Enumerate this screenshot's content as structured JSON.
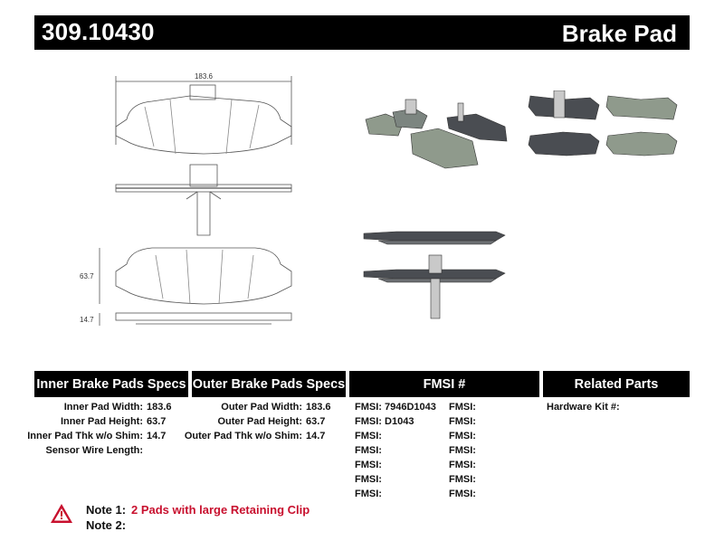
{
  "header": {
    "part_number": "309.10430",
    "product_type": "Brake Pad"
  },
  "drawing": {
    "width_dim": "183.6",
    "height_dim": "63.7",
    "thickness_dim": "14.7"
  },
  "specs": {
    "inner_title": "Inner Brake Pads Specs",
    "outer_title": "Outer Brake Pads Specs",
    "fmsi_title": "FMSI #",
    "related_title": "Related Parts",
    "inner": [
      {
        "label": "Inner Pad Width:",
        "value": "183.6"
      },
      {
        "label": "Inner Pad Height:",
        "value": "63.7"
      },
      {
        "label": "Inner Pad Thk w/o Shim:",
        "value": "14.7"
      },
      {
        "label": "Sensor Wire Length:",
        "value": ""
      }
    ],
    "outer": [
      {
        "label": "Outer Pad Width:",
        "value": "183.6"
      },
      {
        "label": "Outer Pad Height:",
        "value": "63.7"
      },
      {
        "label": "Outer Pad Thk w/o Shim:",
        "value": "14.7"
      }
    ],
    "fmsi_left": [
      {
        "label": "FMSI:",
        "value": "7946D1043"
      },
      {
        "label": "FMSI:",
        "value": "D1043"
      },
      {
        "label": "FMSI:",
        "value": ""
      },
      {
        "label": "FMSI:",
        "value": ""
      },
      {
        "label": "FMSI:",
        "value": ""
      },
      {
        "label": "FMSI:",
        "value": ""
      },
      {
        "label": "FMSI:",
        "value": ""
      }
    ],
    "fmsi_right": [
      {
        "label": "FMSI:",
        "value": ""
      },
      {
        "label": "FMSI:",
        "value": ""
      },
      {
        "label": "FMSI:",
        "value": ""
      },
      {
        "label": "FMSI:",
        "value": ""
      },
      {
        "label": "FMSI:",
        "value": ""
      },
      {
        "label": "FMSI:",
        "value": ""
      },
      {
        "label": "FMSI:",
        "value": ""
      }
    ],
    "related": [
      {
        "label": "Hardware Kit #:",
        "value": ""
      }
    ]
  },
  "notes": {
    "note1_label": "Note 1:",
    "note1_text": "2 Pads with large Retaining Clip",
    "note2_label": "Note 2:",
    "note2_text": ""
  },
  "colors": {
    "header_bg": "#000000",
    "note_red": "#c8102e",
    "pad_friction": "#8f9a8c",
    "pad_plate": "#4a4d52"
  },
  "icons": {
    "warning": "warning-triangle-icon"
  }
}
